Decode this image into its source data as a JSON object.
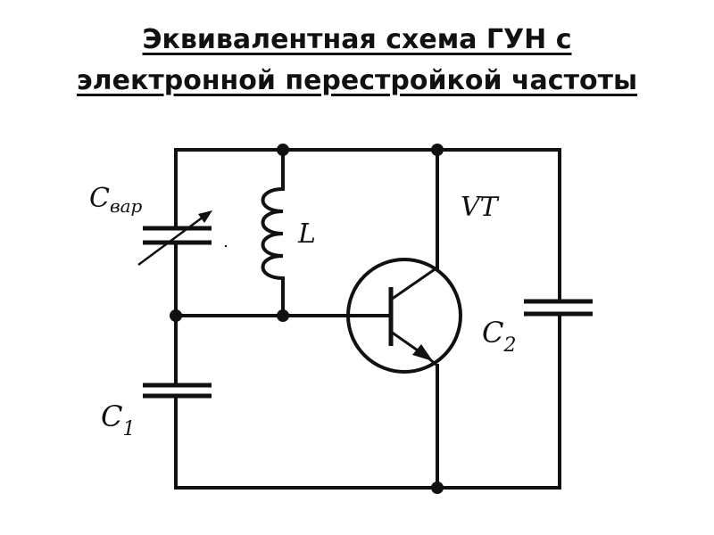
{
  "title": {
    "line1": "Эквивалентная схема ГУН с",
    "line2": "электронной перестройкой частоты"
  },
  "labels": {
    "varactor_main": "C",
    "varactor_sub": "вар",
    "inductor": "L",
    "transistor": "VT",
    "cap1_main": "C",
    "cap1_sub": "1",
    "cap2_main": "C",
    "cap2_sub": "2"
  },
  "colors": {
    "wire": "#111111",
    "background": "#ffffff"
  }
}
